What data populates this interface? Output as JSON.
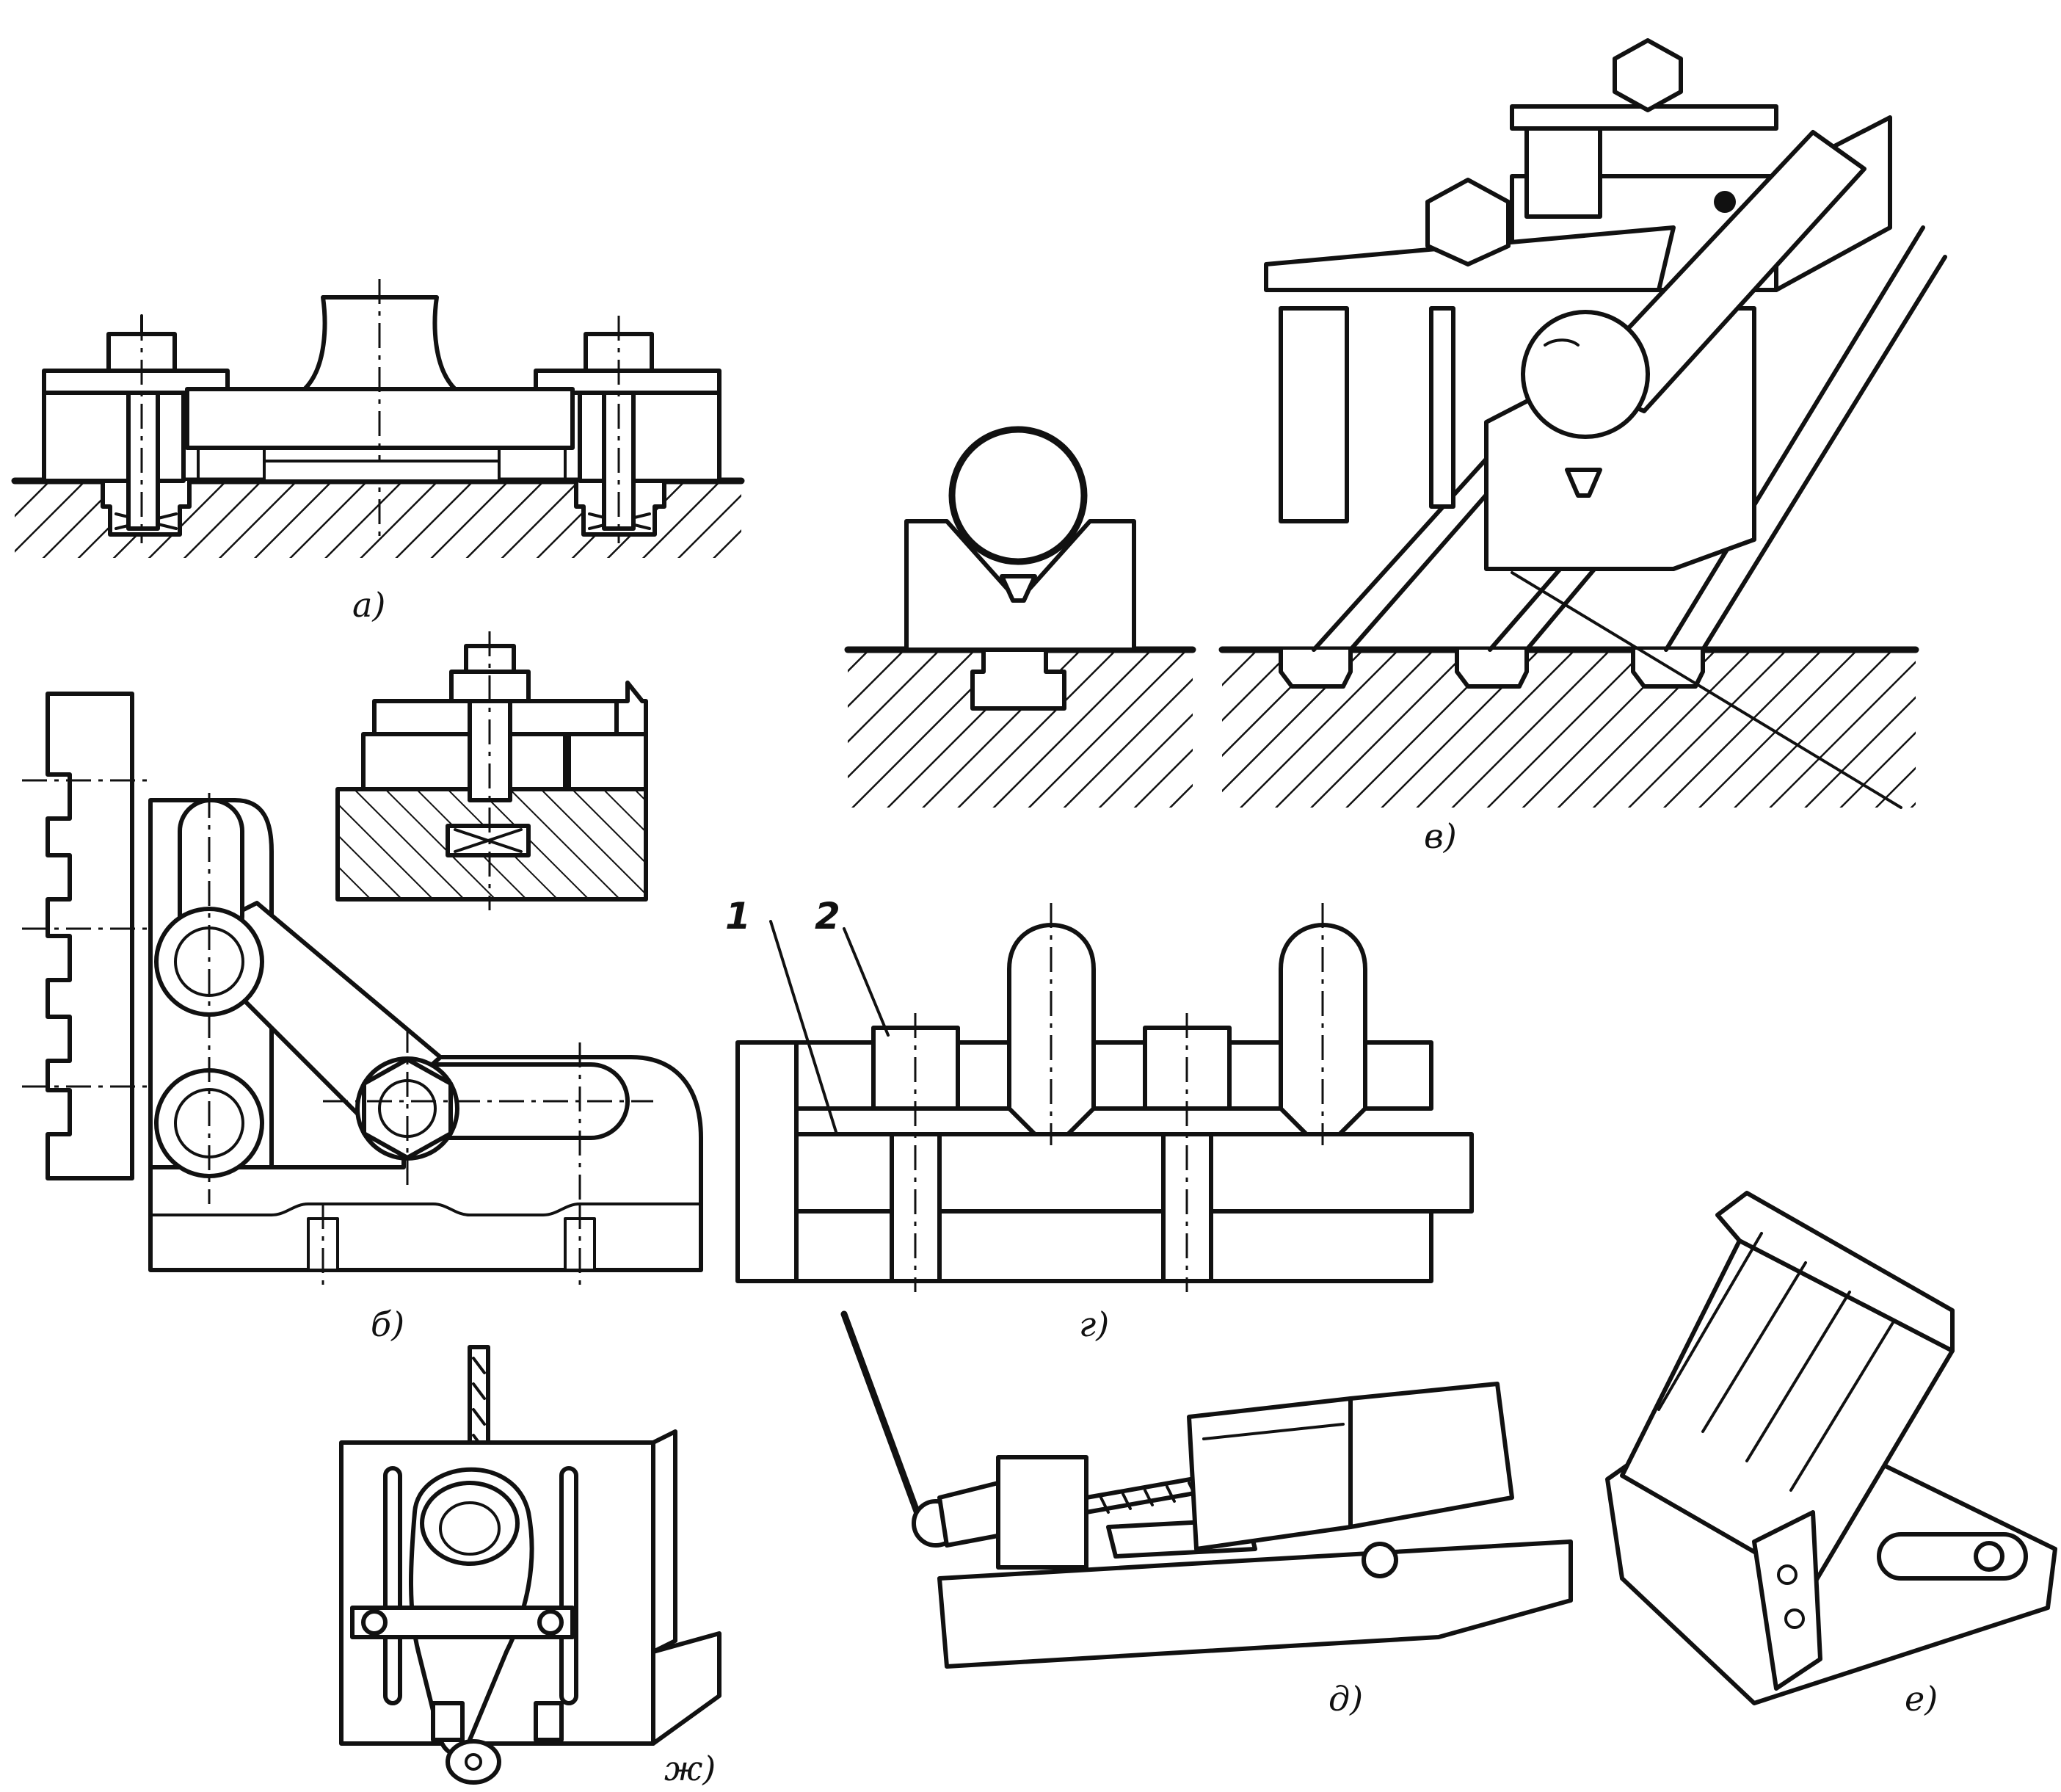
{
  "figure_labels": {
    "a": "а)",
    "b": "б)",
    "v": "в)",
    "g": "г)",
    "d": "д)",
    "e": "е)",
    "zh": "ж)"
  },
  "part_numbers": {
    "one": "1",
    "two": "2"
  },
  "ink_color": "#111111",
  "paper_color": "#ffffff"
}
